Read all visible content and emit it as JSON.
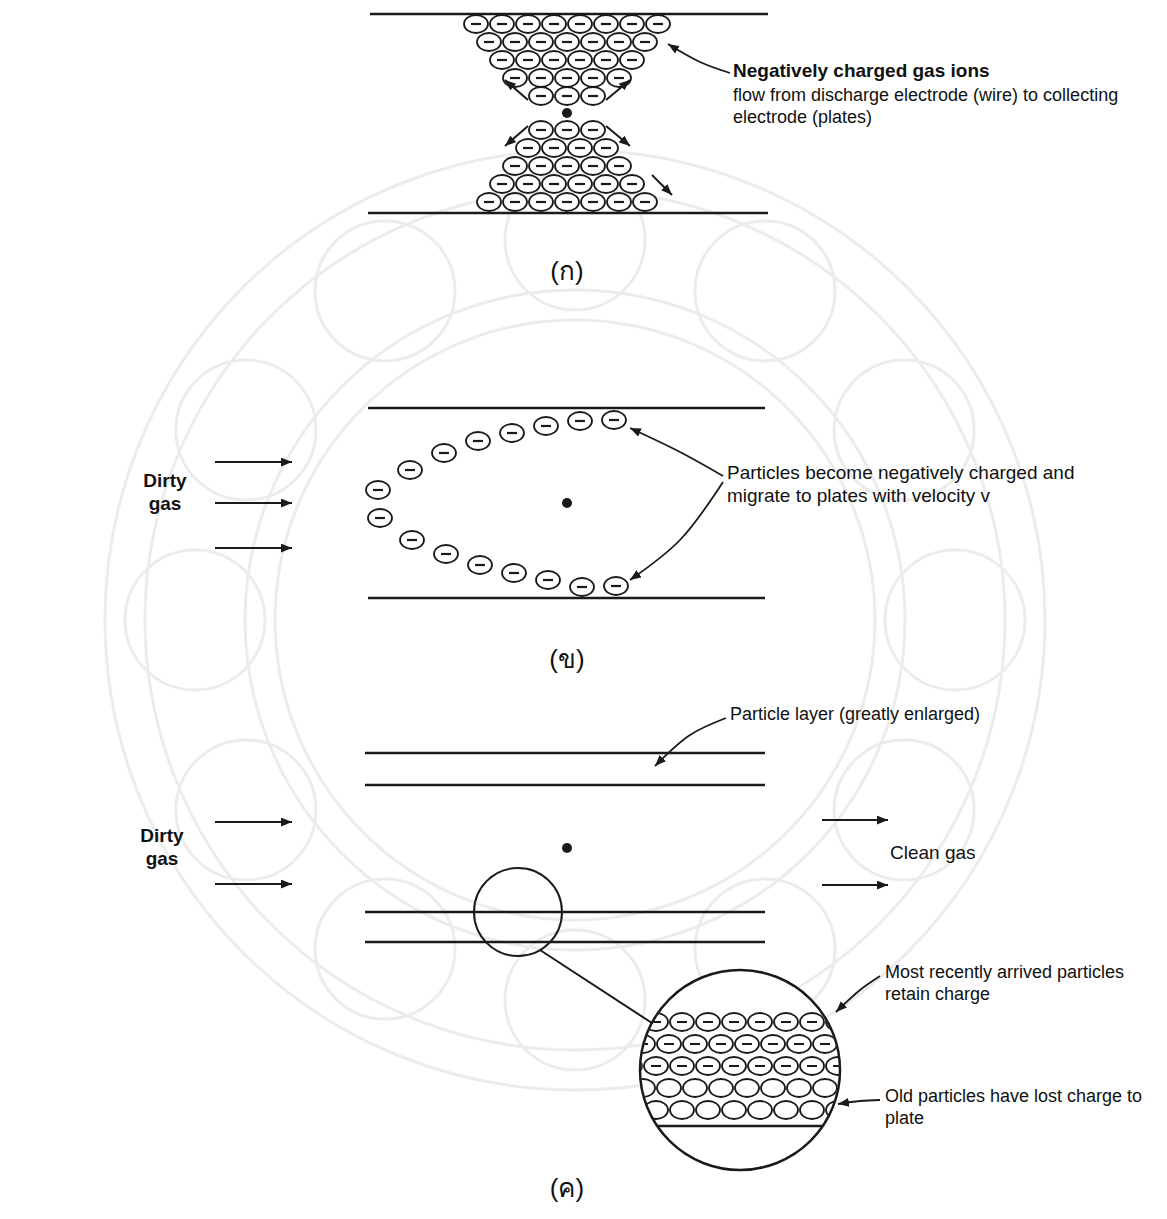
{
  "diagram": {
    "labels": [
      "Negatively charged gas ions",
      "flow from discharge electrode (wire) to collecting electrode (plates)",
      "(ก)",
      "Dirty gas",
      "Particles become negatively charged and migrate to plates with velocity v",
      "(ข)",
      "Particle layer (greatly enlarged)",
      "Dirty gas",
      "Clean gas",
      "Most recently arrived particles retain charge",
      "Old particles have lost charge to plate",
      "(ค)"
    ]
  }
}
